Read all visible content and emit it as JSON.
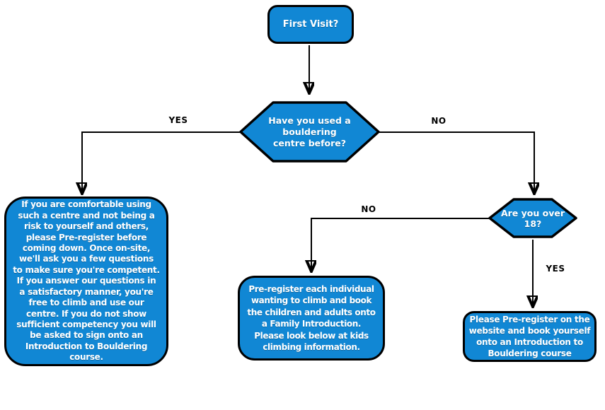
{
  "flowchart": {
    "colors": {
      "node_fill": "#1187d4",
      "node_border": "#000000",
      "node_text": "#ffffff",
      "label_text": "#000000",
      "background": "#ffffff"
    },
    "nodes": {
      "first_visit": {
        "text": "First Visit?"
      },
      "used_centre": {
        "text": "Have you used a\nbouldering\ncentre before?"
      },
      "competent_info": {
        "text": "If you are comfortable using\nsuch a centre and not being a\nrisk to yourself and others,\nplease Pre-register before\ncoming down. Once on-site,\nwe'll ask you a few questions\nto make sure you're competent.\nIf you answer our questions in\na satisfactory manner, you're\nfree to climb and use our\ncentre. If you do not show\nsufficient competency you will\nbe asked to sign onto an\nIntroduction to Bouldering\ncourse."
      },
      "over_18": {
        "text": "Are you over\n18?"
      },
      "family_intro": {
        "text": "Pre-register each individual\nwanting to climb and book\nthe children and adults onto\na Family Introduction.\nPlease look below at kids\nclimbing information."
      },
      "intro_course": {
        "text": "Please Pre-register on the\nwebsite and book yourself\nonto an Introduction to\nBouldering course"
      }
    },
    "labels": {
      "yes_left": "YES",
      "no_right": "NO",
      "no_middle": "NO",
      "yes_down": "YES"
    }
  }
}
